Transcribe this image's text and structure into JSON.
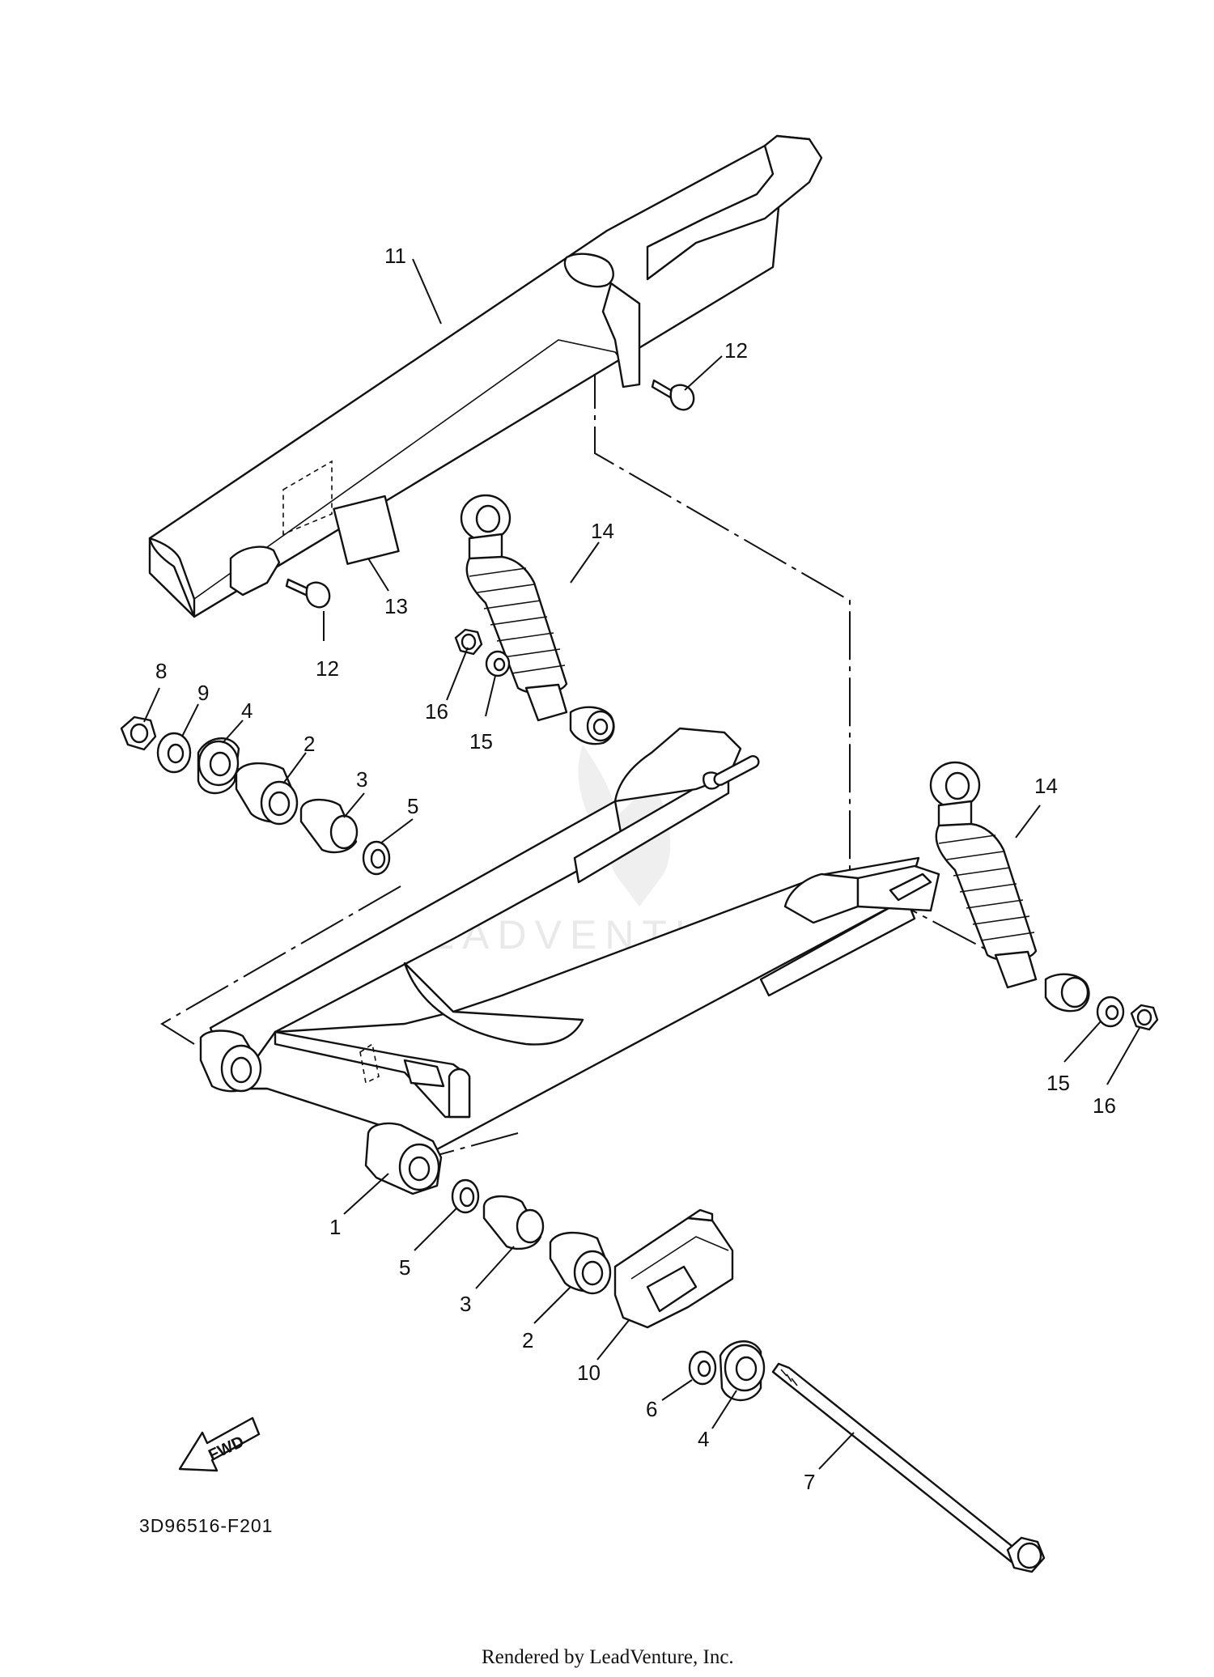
{
  "diagram": {
    "callouts": {
      "n1": "1",
      "n2a": "2",
      "n2b": "2",
      "n3a": "3",
      "n3b": "3",
      "n4a": "4",
      "n4b": "4",
      "n5a": "5",
      "n5b": "5",
      "n6": "6",
      "n7": "7",
      "n8": "8",
      "n9": "9",
      "n10": "10",
      "n11": "11",
      "n12a": "12",
      "n12b": "12",
      "n13": "13",
      "n14a": "14",
      "n14b": "14",
      "n15a": "15",
      "n15b": "15",
      "n16a": "16",
      "n16b": "16"
    },
    "arrow_label": "FWD",
    "diagram_code": "3D96516-F201",
    "watermark": "LEADVENTURE",
    "footer": "Rendered by LeadVenture, Inc."
  }
}
